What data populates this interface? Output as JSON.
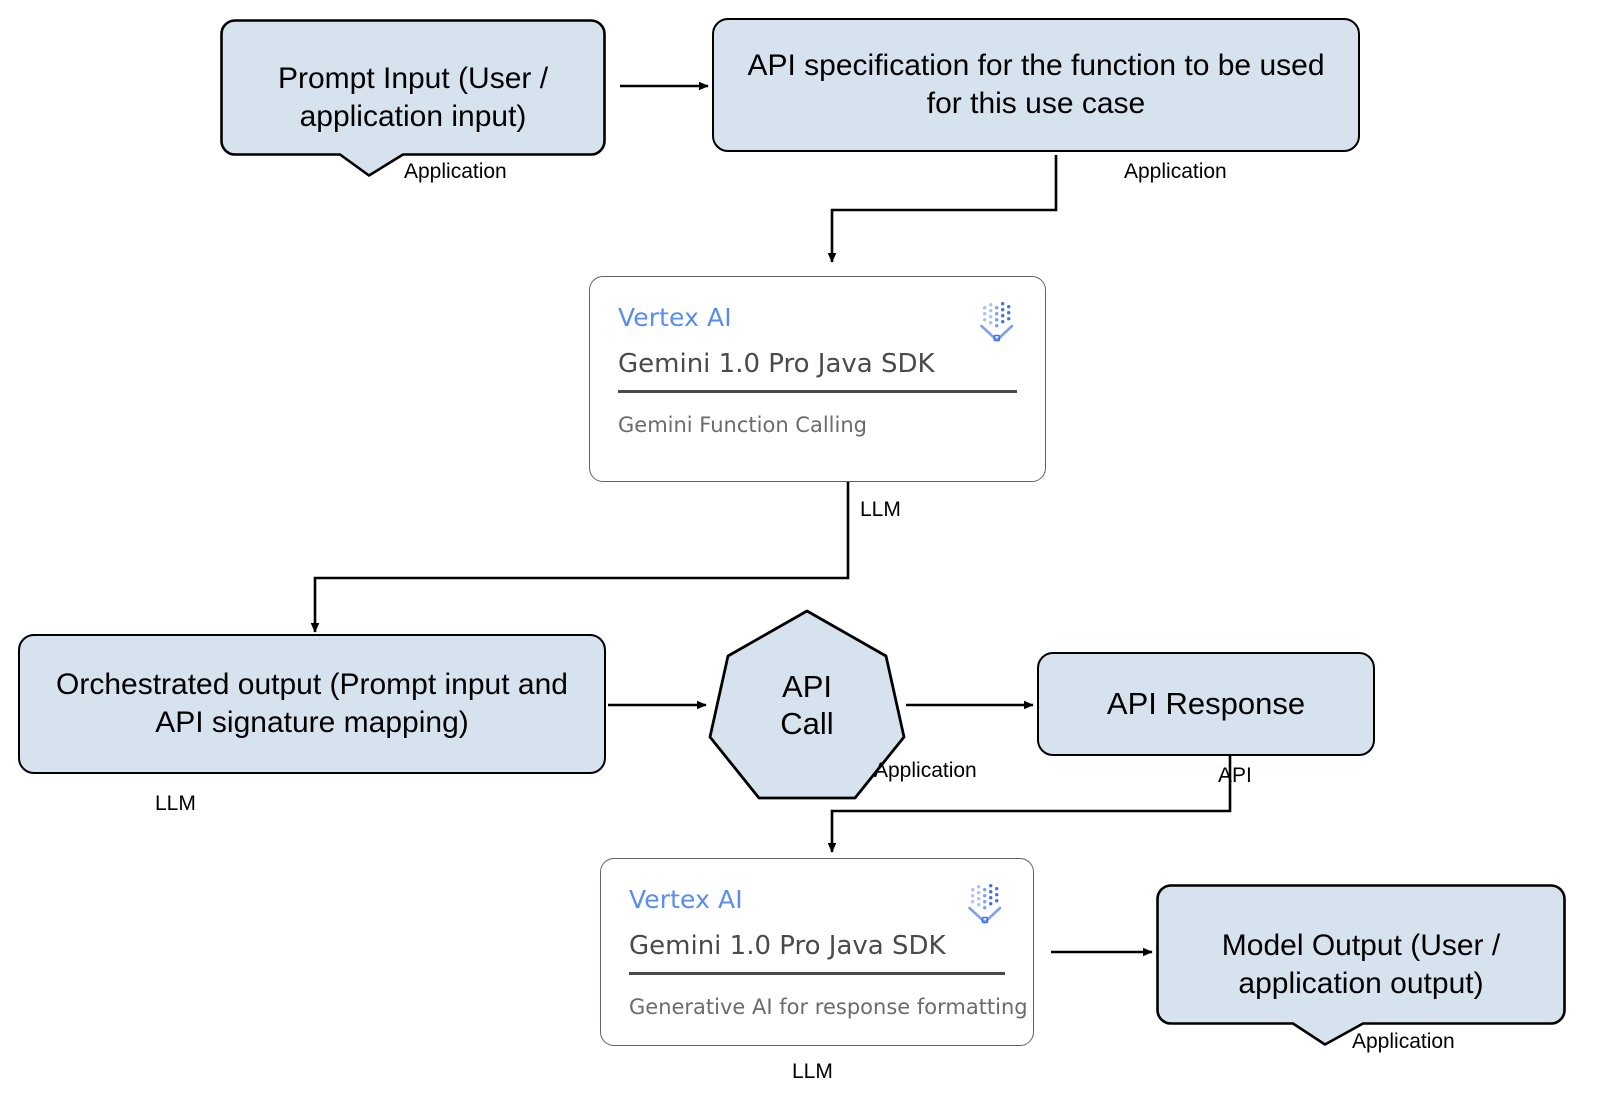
{
  "diagram": {
    "title": "Gemini Function Calling flow",
    "colors": {
      "node_fill": "#d7e2ef",
      "node_stroke": "#000000",
      "card_stroke": "#5f6368",
      "brand_blue": "#5b8def",
      "muted_text": "#6b6b6b"
    },
    "nodes": {
      "prompt_input": {
        "label": "Prompt Input (User / application input)",
        "shape": "callout"
      },
      "api_spec": {
        "label": "API specification for the function to be used for this use case",
        "shape": "rounded-rect"
      },
      "vertex_top": {
        "brand": "Vertex AI",
        "sdk": "Gemini 1.0 Pro Java SDK",
        "description": "Gemini Function Calling",
        "icon": "vertex-ai-logo-icon"
      },
      "orchestrated_output": {
        "label": "Orchestrated output (Prompt input and API signature mapping)",
        "shape": "rounded-rect"
      },
      "api_call": {
        "label": "API Call",
        "line1": "API",
        "line2": "Call",
        "shape": "heptagon"
      },
      "api_response": {
        "label": "API Response",
        "shape": "rounded-rect"
      },
      "vertex_bottom": {
        "brand": "Vertex AI",
        "sdk": "Gemini 1.0 Pro Java SDK",
        "description": "Generative AI for response formatting",
        "icon": "vertex-ai-logo-icon"
      },
      "model_output": {
        "label": "Model Output (User / application output)",
        "shape": "callout"
      }
    },
    "edge_labels": {
      "prompt_input_owner": "Application",
      "api_spec_owner": "Application",
      "vertex_top_owner": "LLM",
      "orchestrated_output_owner": "LLM",
      "api_call_owner": "Application",
      "api_response_owner": "API",
      "vertex_bottom_owner": "LLM",
      "model_output_owner": "Application"
    }
  }
}
